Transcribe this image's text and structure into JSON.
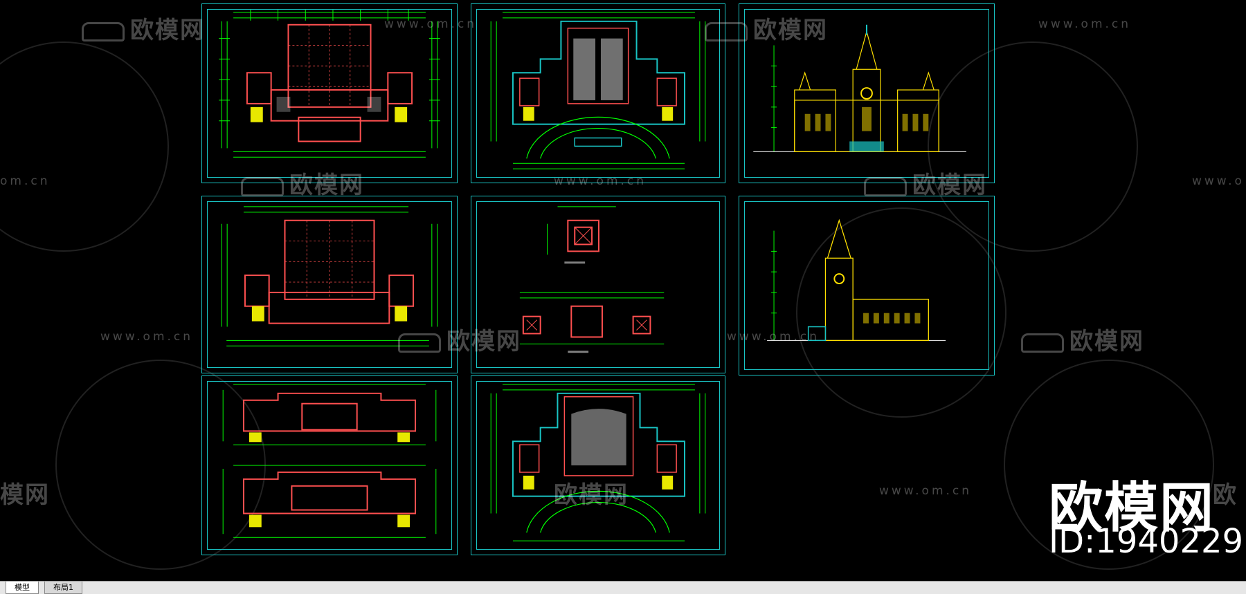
{
  "watermarks": {
    "brand": "欧模网",
    "url": "www.om.cn",
    "url_partial_left": "om.cn",
    "url_partial_right": "www.o",
    "brand_partial_left": "模网",
    "brand_partial_right": "欧"
  },
  "badge": {
    "brand": "欧模网",
    "id": "ID:1940229"
  },
  "tabs": {
    "model": "模型",
    "layout1": "布局1"
  },
  "colors": {
    "background": "#000000",
    "frame": "#19c4c4",
    "dimension": "#00ff00",
    "wall": "#ff4d4d",
    "elevation": "#ffe000"
  },
  "sheets": [
    {
      "kind": "plan"
    },
    {
      "kind": "plan-seating"
    },
    {
      "kind": "front-elevation"
    },
    {
      "kind": "plan"
    },
    {
      "kind": "tower-details"
    },
    {
      "kind": "side-elevation"
    },
    {
      "kind": "two-plans"
    },
    {
      "kind": "plan-seating"
    }
  ]
}
